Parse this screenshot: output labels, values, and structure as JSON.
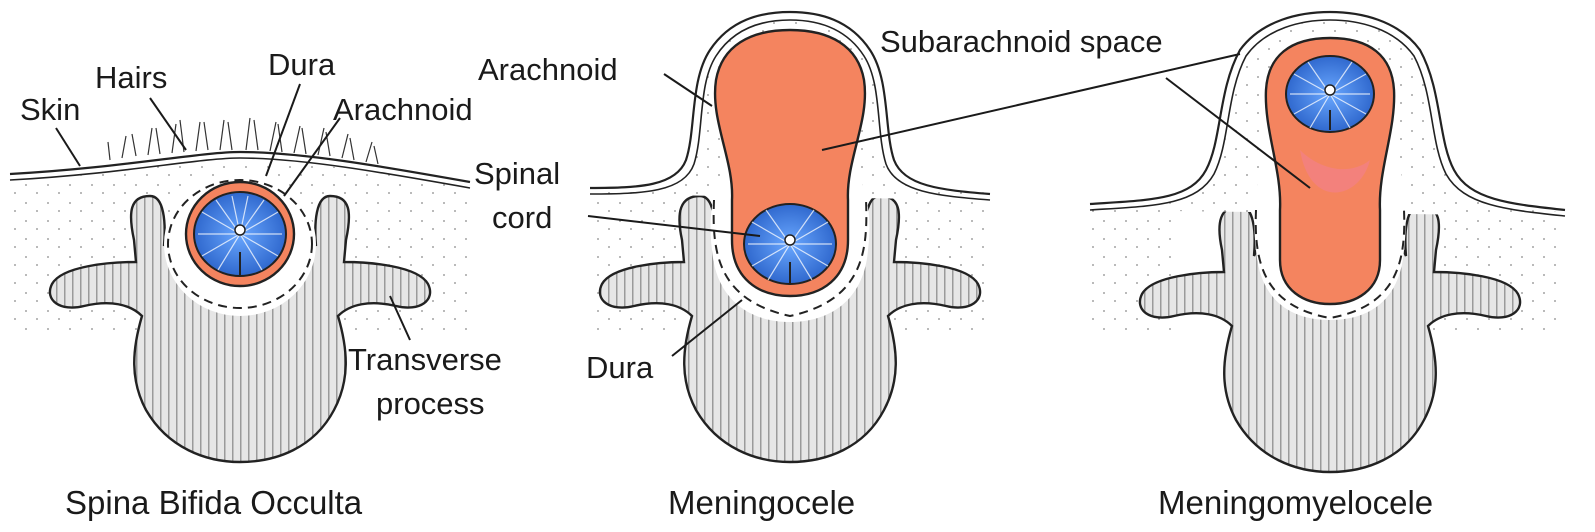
{
  "panels": [
    {
      "caption": "Spina Bifida Occulta",
      "labels": {
        "skin": "Skin",
        "hairs": "Hairs",
        "dura": "Dura",
        "arachnoid": "Arachnoid",
        "transverse_1": "Transverse",
        "transverse_2": "process"
      }
    },
    {
      "caption": "Meningocele",
      "labels": {
        "arachnoid": "Arachnoid",
        "subarachnoid": "Subarachnoid space",
        "spinal_1": "Spinal",
        "spinal_2": "cord",
        "dura": "Dura"
      }
    },
    {
      "caption": "Meningomyelocele",
      "labels": {}
    }
  ],
  "colors": {
    "csf": "#f4845f",
    "cord_blue": "#3a7fe0",
    "bone_fill": "#d9d9d9",
    "stroke": "#222222"
  }
}
